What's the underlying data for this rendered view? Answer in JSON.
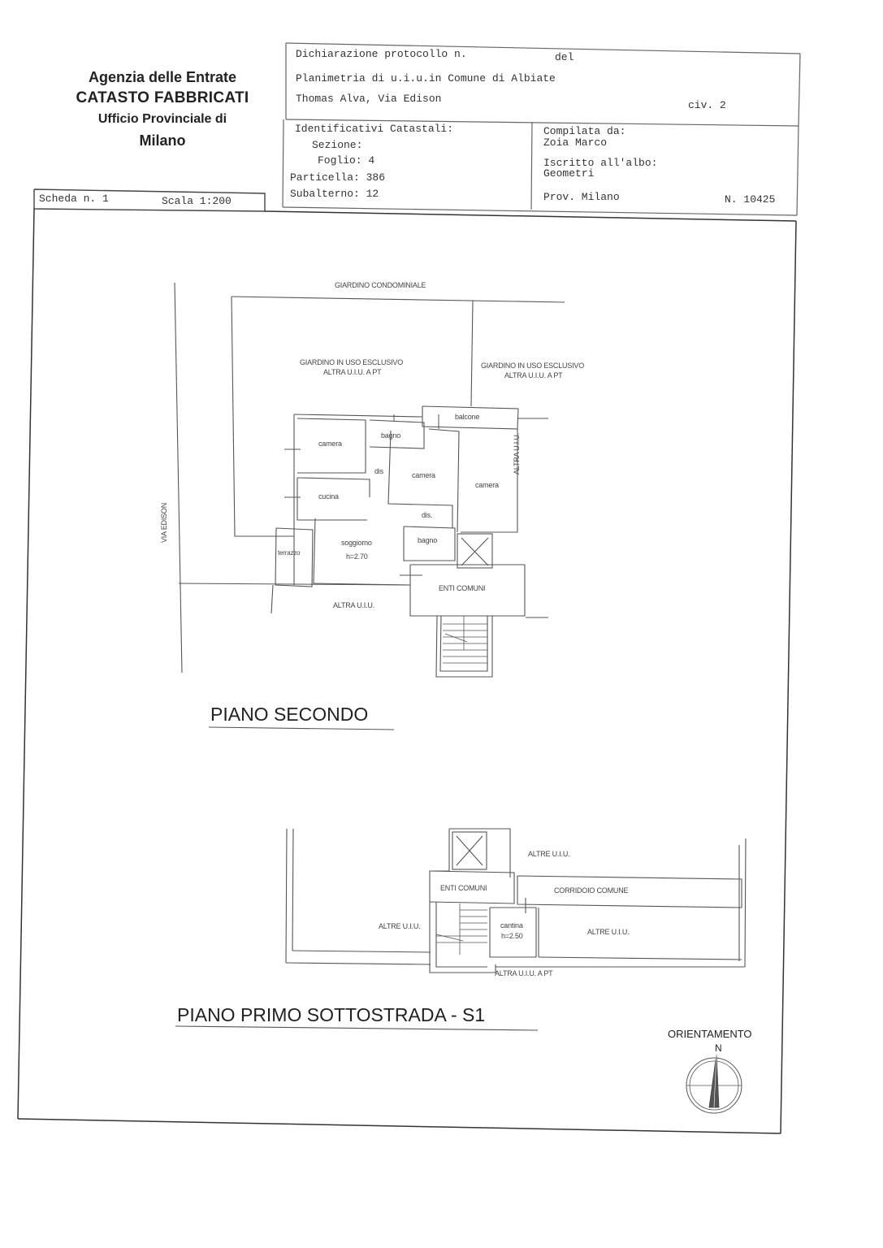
{
  "agency": {
    "line1": "Agenzia delle Entrate",
    "line2": "CATASTO FABBRICATI",
    "line3": "Ufficio Provinciale di",
    "line4": "Milano"
  },
  "header": {
    "dichiarazione": "Dichiarazione protocollo n.",
    "del": "del",
    "planimetria": "Planimetria di u.i.u.in Comune di Albiate",
    "indirizzo": "Thomas Alva, Via Edison",
    "civico": "civ. 2"
  },
  "identificativi": {
    "title": "Identificativi Catastali:",
    "sezione": "Sezione:",
    "foglio": "Foglio: 4",
    "particella": "Particella: 386",
    "subalterno": "Subalterno: 12"
  },
  "compilata": {
    "title": "Compilata da:",
    "nome": "Zoia Marco",
    "iscritto": "Iscritto all'albo:",
    "albo": "Geometri",
    "prov": "Prov. Milano",
    "numero": "N. 10425"
  },
  "scheda": {
    "numero": "Scheda n. 1",
    "scala": "Scala 1:200"
  },
  "piano_secondo": {
    "title": "PIANO SECONDO",
    "labels": {
      "giardino_condominiale": "GIARDINO CONDOMINIALE",
      "giardino_esclusivo_1a": "GIARDINO IN USO ESCLUSIVO",
      "giardino_esclusivo_1b": "ALTRA U.I.U. A PT",
      "giardino_esclusivo_2a": "GIARDINO IN USO ESCLUSIVO",
      "giardino_esclusivo_2b": "ALTRA U.I.U. A PT",
      "balcone": "balcone",
      "camera_1": "camera",
      "bagno_1": "bagno",
      "dis_1": "dis",
      "camera_2": "camera",
      "camera_3": "camera",
      "altra_uiu_right": "ALTRA U.I.U.",
      "cucina": "cucina",
      "dis_2": "dis.",
      "via_edison": "VIA EDISON",
      "terrazzo": "terrazzo",
      "soggiorno": "soggiorno",
      "soggiorno_h": "h=2.70",
      "bagno_2": "bagno",
      "enti_comuni": "ENTI COMUNI",
      "altra_uiu_bottom": "ALTRA U.I.U."
    }
  },
  "piano_s1": {
    "title": "PIANO PRIMO SOTTOSTRADA - S1",
    "labels": {
      "altre_uiu_top": "ALTRE U.I.U.",
      "enti_comuni": "ENTI COMUNI",
      "corridoio": "CORRIDOIO COMUNE",
      "altre_uiu_left": "ALTRE U.I.U.",
      "cantina": "cantina",
      "cantina_h": "h=2.50",
      "altre_uiu_right": "ALTRE U.I.U.",
      "altra_uiu_apt": "ALTRA U.I.U. A PT"
    }
  },
  "orientamento": {
    "label": "ORIENTAMENTO",
    "north": "N"
  }
}
